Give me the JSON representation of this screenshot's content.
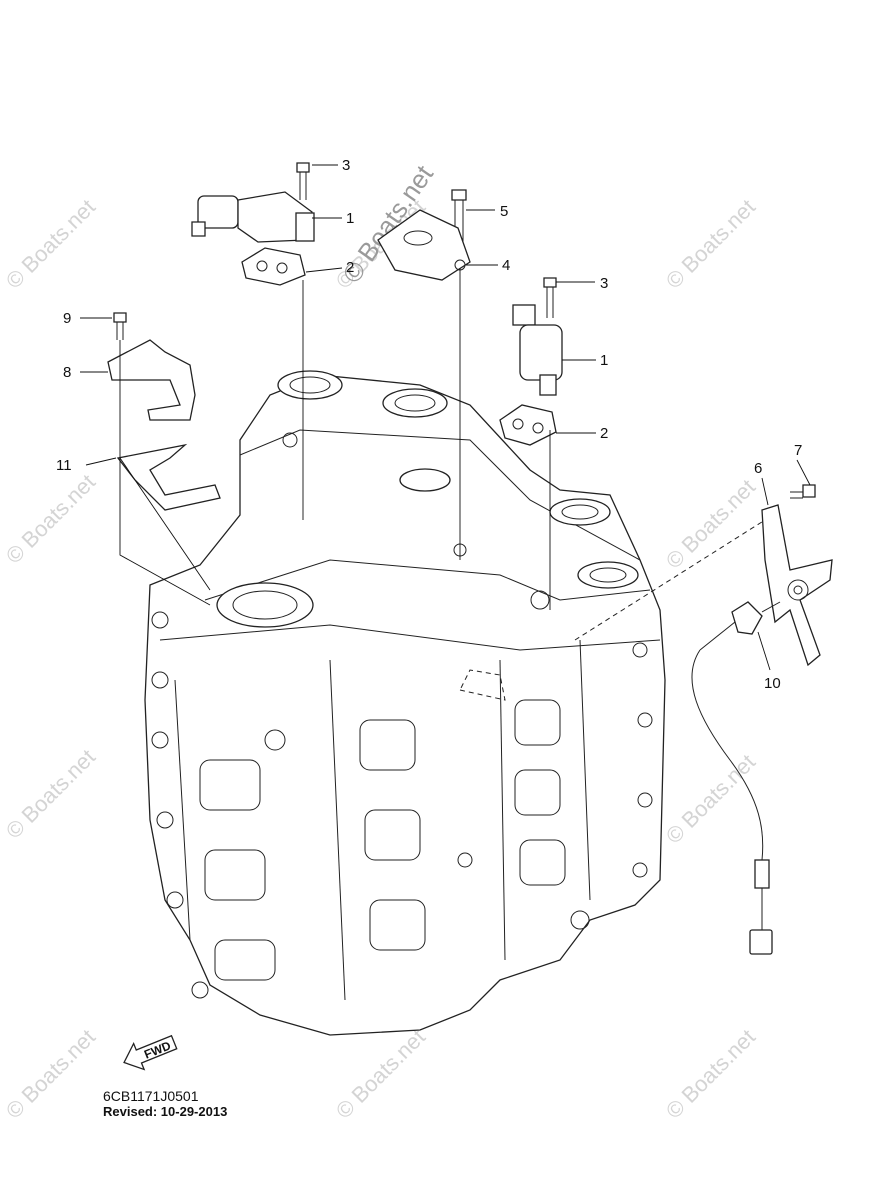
{
  "diagram": {
    "callouts": [
      {
        "id": "c3a",
        "label": "3"
      },
      {
        "id": "c1a",
        "label": "1"
      },
      {
        "id": "c5",
        "label": "5"
      },
      {
        "id": "c4",
        "label": "4"
      },
      {
        "id": "c3b",
        "label": "3"
      },
      {
        "id": "c1b",
        "label": "1"
      },
      {
        "id": "c2a",
        "label": "2"
      },
      {
        "id": "c2b",
        "label": "2"
      },
      {
        "id": "c9",
        "label": "9"
      },
      {
        "id": "c8",
        "label": "8"
      },
      {
        "id": "c11",
        "label": "11"
      },
      {
        "id": "c7",
        "label": "7"
      },
      {
        "id": "c6",
        "label": "6"
      },
      {
        "id": "c10",
        "label": "10"
      }
    ],
    "fwd_label": "FWD",
    "part_code": "6CB1171J0501",
    "revised": "Revised: 10-29-2013",
    "watermark": "© Boats.net"
  }
}
